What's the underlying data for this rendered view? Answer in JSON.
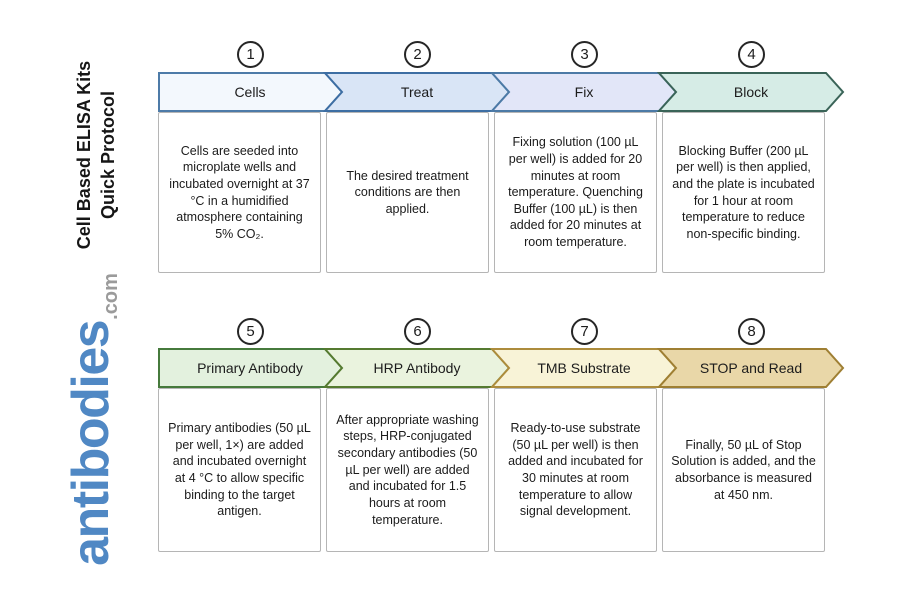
{
  "sidebar": {
    "title_line1": "Cell Based ELISA Kits",
    "title_line2": "Quick Protocol",
    "logo_word": "antibodies",
    "logo_suffix": ".com",
    "logo_word_color": "#5088c4",
    "logo_suffix_color": "#9b9b9b"
  },
  "diagram": {
    "steps": [
      {
        "number": "1",
        "label": "Cells",
        "fill": "#f3f8fd",
        "border": "#4d7ba8",
        "description": "Cells are seeded into microplate wells and incubated overnight at 37 °C in a humidified atmosphere containing 5% CO₂."
      },
      {
        "number": "2",
        "label": "Treat",
        "fill": "#d9e5f6",
        "border": "#3d6ea3",
        "description": "The desired treatment conditions are then applied."
      },
      {
        "number": "3",
        "label": "Fix",
        "fill": "#e2e6f8",
        "border": "#4c7aa6",
        "description": "Fixing solution (100 µL per well) is added for 20 minutes at room temperature. Quenching Buffer (100 µL) is then added for 20 minutes at room temperature."
      },
      {
        "number": "4",
        "label": "Block",
        "fill": "#d6ece6",
        "border": "#3a6458",
        "description": "Blocking Buffer (200 µL per well) is then applied, and the plate is incubated for 1 hour at room temperature to reduce non-specific binding."
      },
      {
        "number": "5",
        "label": "Primary Antibody",
        "fill": "#e3f1de",
        "border": "#467a3c",
        "description": "Primary antibodies (50 µL per well, 1×) are added and incubated overnight at 4 °C to allow specific binding to the target antigen."
      },
      {
        "number": "6",
        "label": "HRP Antibody",
        "fill": "#eaf3de",
        "border": "#557a30",
        "description": "After appropriate washing steps, HRP-conjugated secondary antibodies (50 µL per well) are added and incubated for 1.5 hours at room temperature."
      },
      {
        "number": "7",
        "label": "TMB Substrate",
        "fill": "#f8f3d7",
        "border": "#ad8c3c",
        "description": "Ready-to-use substrate (50 µL per well) is then added and incubated for 30 minutes at room temperature to allow signal development."
      },
      {
        "number": "8",
        "label": "STOP and Read",
        "fill": "#e9d7a8",
        "border": "#9f7f33",
        "description": "Finally, 50 µL of Stop Solution is added, and the absorbance is measured at 450 nm."
      }
    ]
  }
}
